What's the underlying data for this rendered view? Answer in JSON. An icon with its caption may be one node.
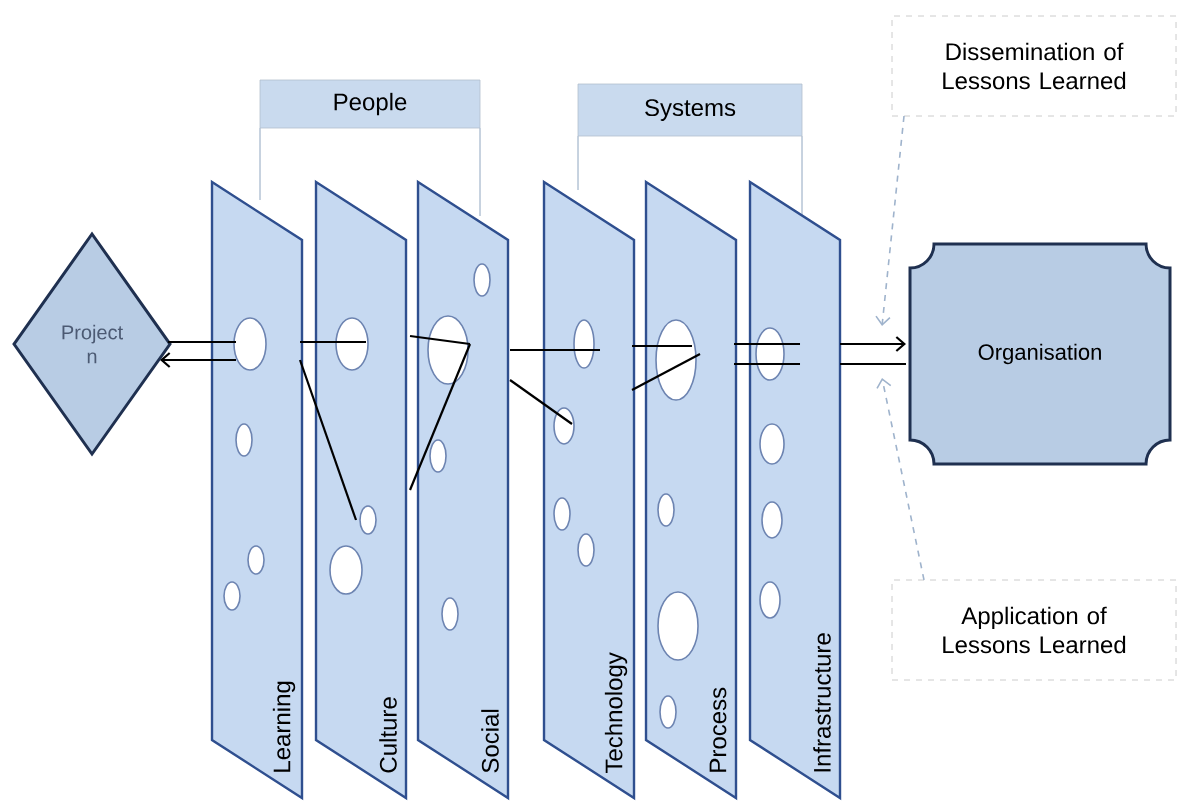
{
  "diagram": {
    "nodes": [
      {
        "text": [
          "People"
        ]
      },
      {
        "text": [
          "Systems"
        ]
      },
      {
        "text": [
          "Project n"
        ]
      },
      {
        "text": [
          "Learning"
        ]
      },
      {
        "text": [
          "Culture"
        ]
      },
      {
        "text": [
          "Social"
        ]
      },
      {
        "text": [
          "Technology"
        ]
      },
      {
        "text": [
          "Process"
        ]
      },
      {
        "text": [
          "Infrastructure"
        ]
      },
      {
        "text": [
          "Organisation"
        ]
      },
      {
        "text": [
          "Dissemination of Lessons Learned"
        ]
      },
      {
        "text": [
          "Application of Lessons Learned"
        ]
      }
    ],
    "edges": [
      {
        "from": 3,
        "to": 2,
        "arrow": "none"
      },
      {
        "from": 3,
        "to": 2,
        "arrow": "to"
      },
      {
        "from": 8,
        "to": 9,
        "arrow": "to"
      },
      {
        "from": 8,
        "to": 9,
        "arrow": "none"
      },
      {
        "from": 10,
        "to": 9,
        "arrow": "to",
        "style": "dashed",
        "color": "#9fb3cc"
      },
      {
        "from": 11,
        "to": 9,
        "arrow": "to",
        "style": "dashed",
        "color": "#9fb3cc"
      },
      {
        "from": 3,
        "to": 4,
        "arrow": "none"
      },
      {
        "from": 3,
        "to": 4,
        "arrow": "none"
      },
      {
        "from": 4,
        "to": 5,
        "arrow": "none"
      },
      {
        "from": 4,
        "to": 5,
        "arrow": "none"
      },
      {
        "from": 5,
        "to": 6,
        "arrow": "none"
      },
      {
        "from": 5,
        "to": 6,
        "arrow": "none"
      },
      {
        "from": 6,
        "to": 7,
        "arrow": "none"
      },
      {
        "from": 6,
        "to": 7,
        "arrow": "none"
      },
      {
        "from": 7,
        "to": 8,
        "arrow": "none"
      },
      {
        "from": 7,
        "to": 8,
        "arrow": "none"
      }
    ]
  }
}
